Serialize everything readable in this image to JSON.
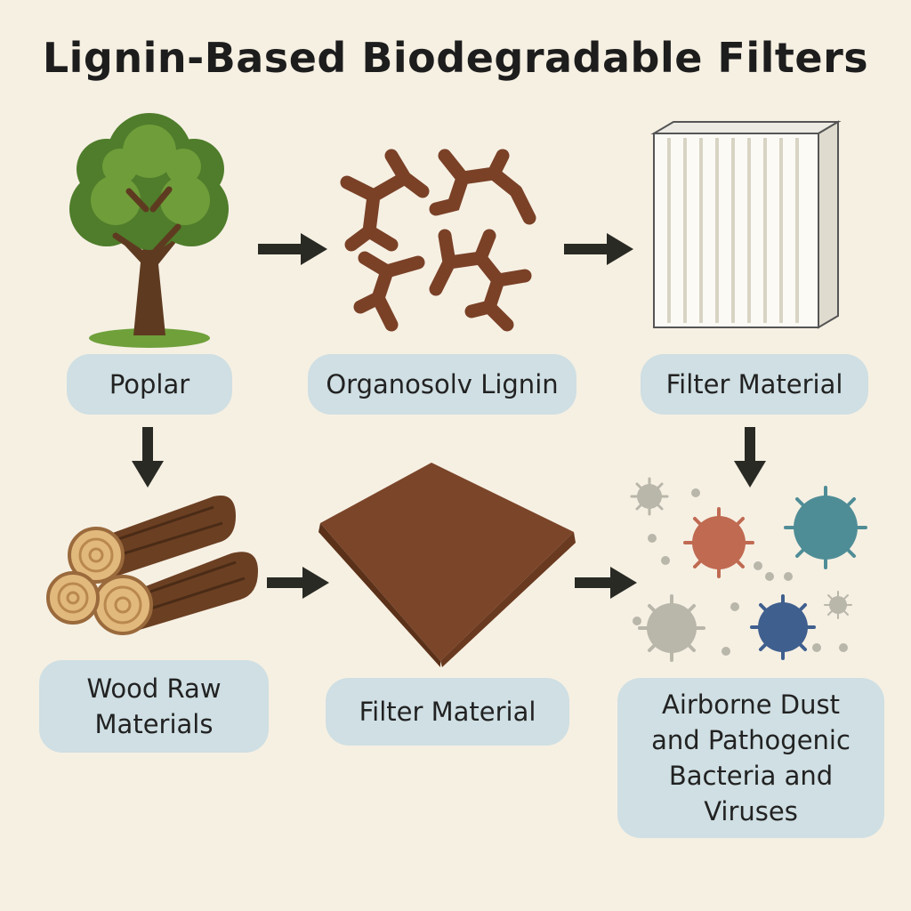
{
  "title": "Lignin-Based Biodegradable Filters",
  "nodes": {
    "poplar": "Poplar",
    "organosolv": "Organosolv Lignin",
    "filter_top": "Filter Material",
    "wood": [
      "Wood Raw",
      "Materials"
    ],
    "filter_bottom": "Filter Material",
    "airborne": [
      "Airborne Dust",
      "and Pathogenic",
      "Bacteria and",
      "Viruses"
    ]
  },
  "colors": {
    "background": "#f6f0e3",
    "label_fill": "#cfdfe3",
    "arrow": "#2a2a24",
    "lignin": "#7a4127",
    "mat": "#7b4529",
    "leaf": "#5f8f33",
    "trunk": "#5e3b20"
  },
  "icons": [
    "tree-icon",
    "lignin-molecules-icon",
    "filter-block-icon",
    "wood-logs-icon",
    "filter-mat-icon",
    "pathogens-icon"
  ]
}
